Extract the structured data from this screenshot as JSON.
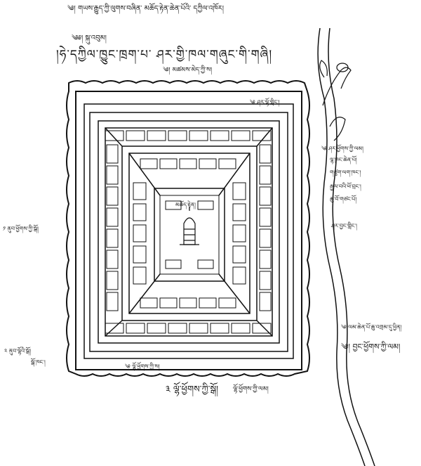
{
  "labels": {
    "head1": "༄། གཡས་རྒྱུད་ཀྱི་ལུགས་བཞིན་ མཆོད་རྟེན་ཆེན་པོའི་ དཀྱིལ་འཁོར།",
    "head2": "༄༅། སྐུ་འབུམ།",
    "head3": "།ཧེ་དཀྱིལ་ཁྱུང་ཁྲག་པ་ ཤར་གྱི་ཁལ་གཞུང་གི་གཞི།",
    "above": "༄། མཚམས་མེད་ཀྱི་ས།",
    "ne": "༄ ཤར་ལྷོ་གླིང་།",
    "right1": "༄ ཤར་ཕྱོགས་ཀྱི་ལམ།",
    "right2": "ལྷ་ཁང་ཆེན་པོ།",
    "right3": "གཙུག་ལག་ཁང་།",
    "right4": "རྒྱལ་བའི་ཕོ་བྲང་།",
    "right5": "ཆུ་བོ་གཙང་པོ།",
    "right6": "ཤར་བྱང་གླིང་།",
    "left": "༡ ནུབ་ཕྱོགས་ཀྱི་སྒོ།",
    "right_low1": "༄ ལམ་ཆེན་པོ་ཆུ་འགྲམ་དུ་ཕྱིན།",
    "right_low2": "༄། བྱང་ཕྱོགས་ཀྱི་ལམ།",
    "sw1": "༢ ནུབ་ལྷོའི་སྒོ།",
    "sw2": "སྒོ་ཁང་།",
    "below": "༄ ལྷོ་ཕྱོགས་ཀྱི་ས།",
    "bottom1": "༣ ལྷོ་ཕྱོགས་ཀྱི་སྒོ།",
    "bottom2": "ལྷོ་ཕྱོགས་ཀྱི་ལམ།",
    "center": "མཆོད་རྟེན།"
  },
  "colors": {
    "ink": "#111111",
    "paper": "#ffffff"
  },
  "icons": {
    "stupa": "stupa-icon",
    "river": "river-line",
    "tree": "tree-icon"
  }
}
